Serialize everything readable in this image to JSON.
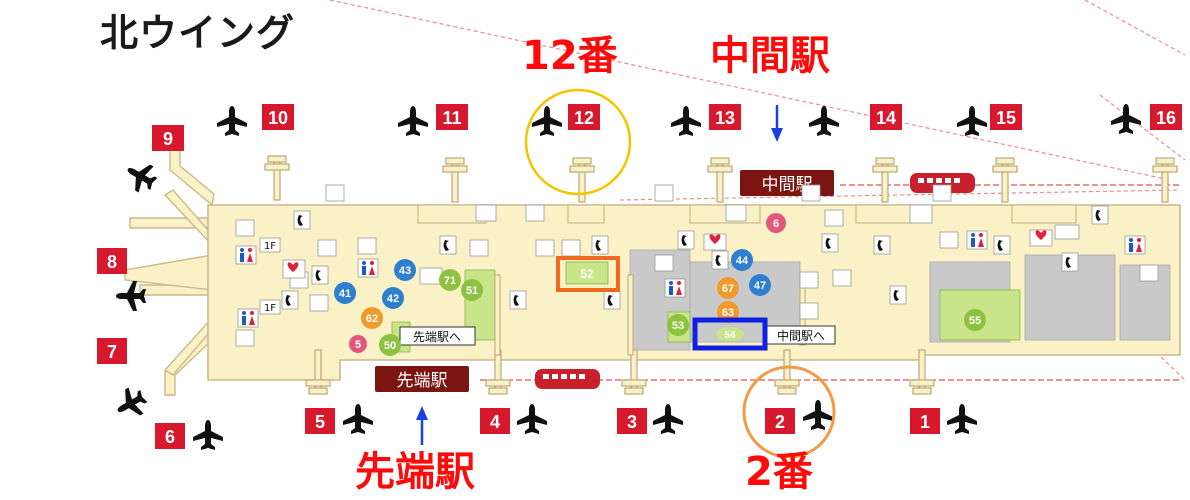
{
  "title": "北ウイング",
  "annotations": {
    "gate12": "12番",
    "middle_station": "中間駅",
    "tip_station": "先端駅",
    "gate2": "2番"
  },
  "gates": {
    "g1": "1",
    "g2": "2",
    "g3": "3",
    "g4": "4",
    "g5": "5",
    "g6": "6",
    "g7": "7",
    "g8": "8",
    "g9": "9",
    "g10": "10",
    "g11": "11",
    "g12": "12",
    "g13": "13",
    "g14": "14",
    "g15": "15",
    "g16": "16"
  },
  "stations": {
    "middle": "中間駅",
    "tip": "先端駅",
    "to_tip": "先端駅へ",
    "to_middle": "中間駅へ"
  },
  "floor": {
    "f1a": "1F",
    "f1b": "1F"
  },
  "shops": {
    "s41": "41",
    "s42": "42",
    "s43": "43",
    "s44": "44",
    "s47": "47",
    "s50": "50",
    "s51": "51",
    "s52": "52",
    "s53": "53",
    "s54": "54",
    "s55": "55",
    "s62": "62",
    "s63": "63",
    "s67": "67",
    "s71": "71",
    "s5": "5",
    "s6": "6"
  },
  "colors": {
    "gate_badge": "#d8182d",
    "station_sign": "#7a1512",
    "annotation": "#ff0a0a",
    "terminal_floor": "#fbf1c6",
    "pier_outline": "#c9b98b",
    "highlight_circle": "#f5c400",
    "highlight_orange": "#f39a44",
    "highlight_square_orange": "#f06a1e",
    "highlight_square_blue": "#1020e0",
    "shop_blue": "#2f7fd0",
    "shop_green": "#8cc23f",
    "shop_orange": "#f19a2c",
    "shop_pink": "#e2577a",
    "track_line": "#e05050",
    "arrow_blue": "#1a3fe0"
  },
  "icons": {
    "airplane": "airplane-icon",
    "phone": "phone-icon",
    "toilet": "restroom-icon",
    "shuttle": "train-icon",
    "escalator": "escalator-icon",
    "prayer": "prayer-room-icon"
  }
}
